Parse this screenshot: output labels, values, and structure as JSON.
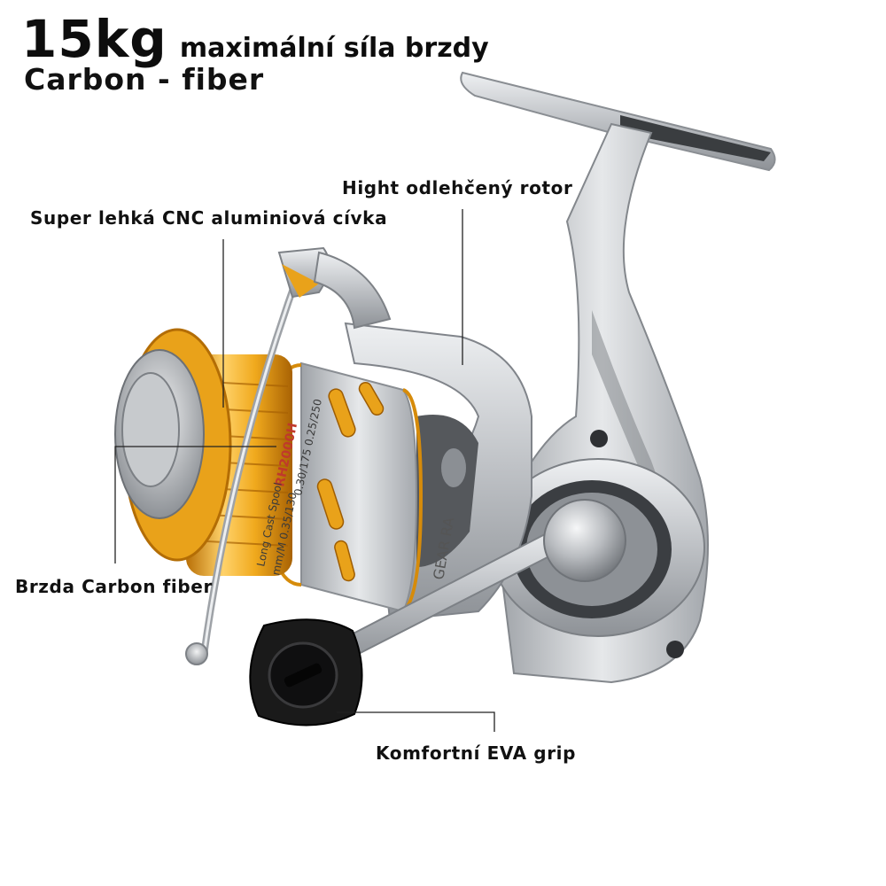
{
  "heading": {
    "value": "15kg",
    "text": "maximální síla brzdy"
  },
  "subheading": "Carbon - fiber",
  "callouts": {
    "rotor": "Hight odlehčený rotor",
    "spool": "Super lehká CNC aluminiová cívka",
    "drag": "Brzda Carbon fiber",
    "grip": "Komfortní EVA grip"
  },
  "spool_print": {
    "model": "RH2000H",
    "type": "Long Cast Spool",
    "capacity_1": "mm/M 0.35/130",
    "capacity_2": "0.30/175 0.25/250",
    "gear": "GEAR RA"
  },
  "colors": {
    "spool_gold": "#e9a21a",
    "body_silver": "#b9bcc0",
    "handle_knob": "#1a1a1a"
  }
}
